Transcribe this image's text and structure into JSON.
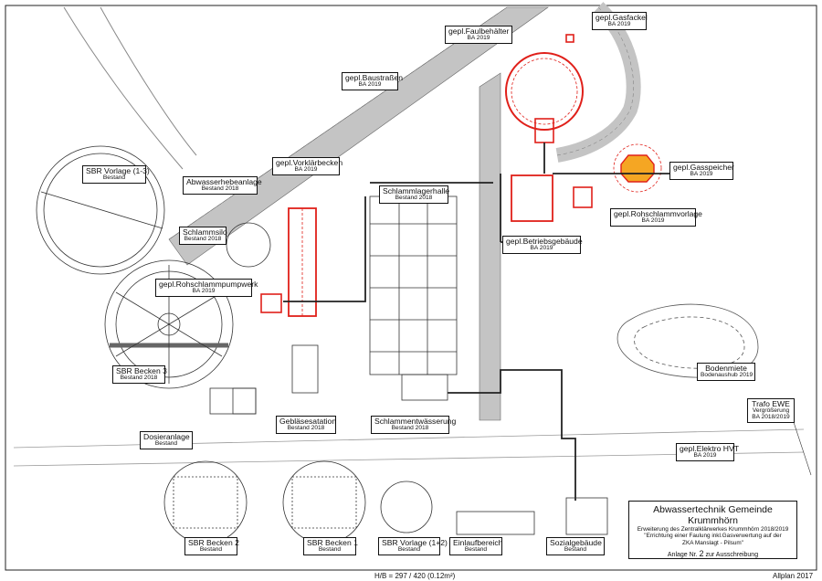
{
  "labels": {
    "faulbehaelter": {
      "title": "gepl.Faulbehälter",
      "sub": "BA 2019"
    },
    "gasfackel": {
      "title": "gepl.Gasfackel",
      "sub": "BA 2019"
    },
    "baustrassen": {
      "title": "gepl.Baustraßen",
      "sub": "BA 2019"
    },
    "sbr_vorlage_13": {
      "title": "SBR Vorlage (1-3)",
      "sub": "Bestand"
    },
    "abwasserhebeanlage": {
      "title": "Abwasserhebeanlage",
      "sub": "Bestand 2018"
    },
    "vorklaerbecken": {
      "title": "gepl.Vorklärbecken",
      "sub": "BA 2019"
    },
    "schlammlagerhalle": {
      "title": "Schlammlagerhalle",
      "sub": "Bestand 2018"
    },
    "gasspeicher": {
      "title": "gepl.Gasspeicher",
      "sub": "BA 2019"
    },
    "rohschlammvorlage": {
      "title": "gepl.Rohschlammvorlage",
      "sub": "BA 2019"
    },
    "schlammsilo": {
      "title": "Schlammsilo",
      "sub": "Bestand 2018"
    },
    "betriebsgebaeude": {
      "title": "gepl.Betriebsgebäude",
      "sub": "BA 2019"
    },
    "rohschlammpumpwerk": {
      "title": "gepl.Rohschlammpumpwerk",
      "sub": "BA 2019"
    },
    "sbr_becken_3": {
      "title": "SBR Becken 3",
      "sub": "Bestand 2018"
    },
    "bodenmiete": {
      "title": "Bodenmiete",
      "sub": "Bodenaushub 2019"
    },
    "trafo_ewe": {
      "title": "Trafo EWE",
      "sub": "Vergrößerung",
      "sub2": "BA 2018/2019"
    },
    "geblaesestation": {
      "title": "Gebläsesatation",
      "sub": "Bestand 2018"
    },
    "schlammentwaesserung": {
      "title": "Schlammentwässerung",
      "sub": "Bestand 2018"
    },
    "dosieranlage": {
      "title": "Dosieranlage",
      "sub": "Bestand"
    },
    "elektro_hvt": {
      "title": "gepl.Elektro HVT",
      "sub": "BA 2019"
    },
    "sbr_becken_2": {
      "title": "SBR Becken 2",
      "sub": "Bestand"
    },
    "sbr_becken_1": {
      "title": "SBR Becken 1",
      "sub": "Bestand"
    },
    "sbr_vorlage_12": {
      "title": "SBR Vorlage (1+2)",
      "sub": "Bestand"
    },
    "einlaufbereich": {
      "title": "Einlaufbereich",
      "sub": "Bestand"
    },
    "sozialgebaeude": {
      "title": "Sozialgebäude",
      "sub": "Bestand"
    }
  },
  "title_block": {
    "heading": "Abwassertechnik Gemeinde Krummhörn",
    "line1": "Erweiterung des Zentralklärwerkes Krummhörn 2018/2019",
    "line2": "\"Errichtung einer Faulung inkl.Gasverwertung auf der",
    "line3": "ZKA Manslagt - Pilsum\"",
    "annex_prefix": "Anlage Nr.",
    "annex_number": "2",
    "annex_suffix": "zur Ausschreibung"
  },
  "footer": {
    "scale": "H/B = 297 / 420 (0.12m²)",
    "software": "Allplan 2017"
  },
  "colors": {
    "planned": "#e0201a",
    "gas": "#f5a623",
    "road": "#b7b7b7",
    "line": "#333333"
  }
}
